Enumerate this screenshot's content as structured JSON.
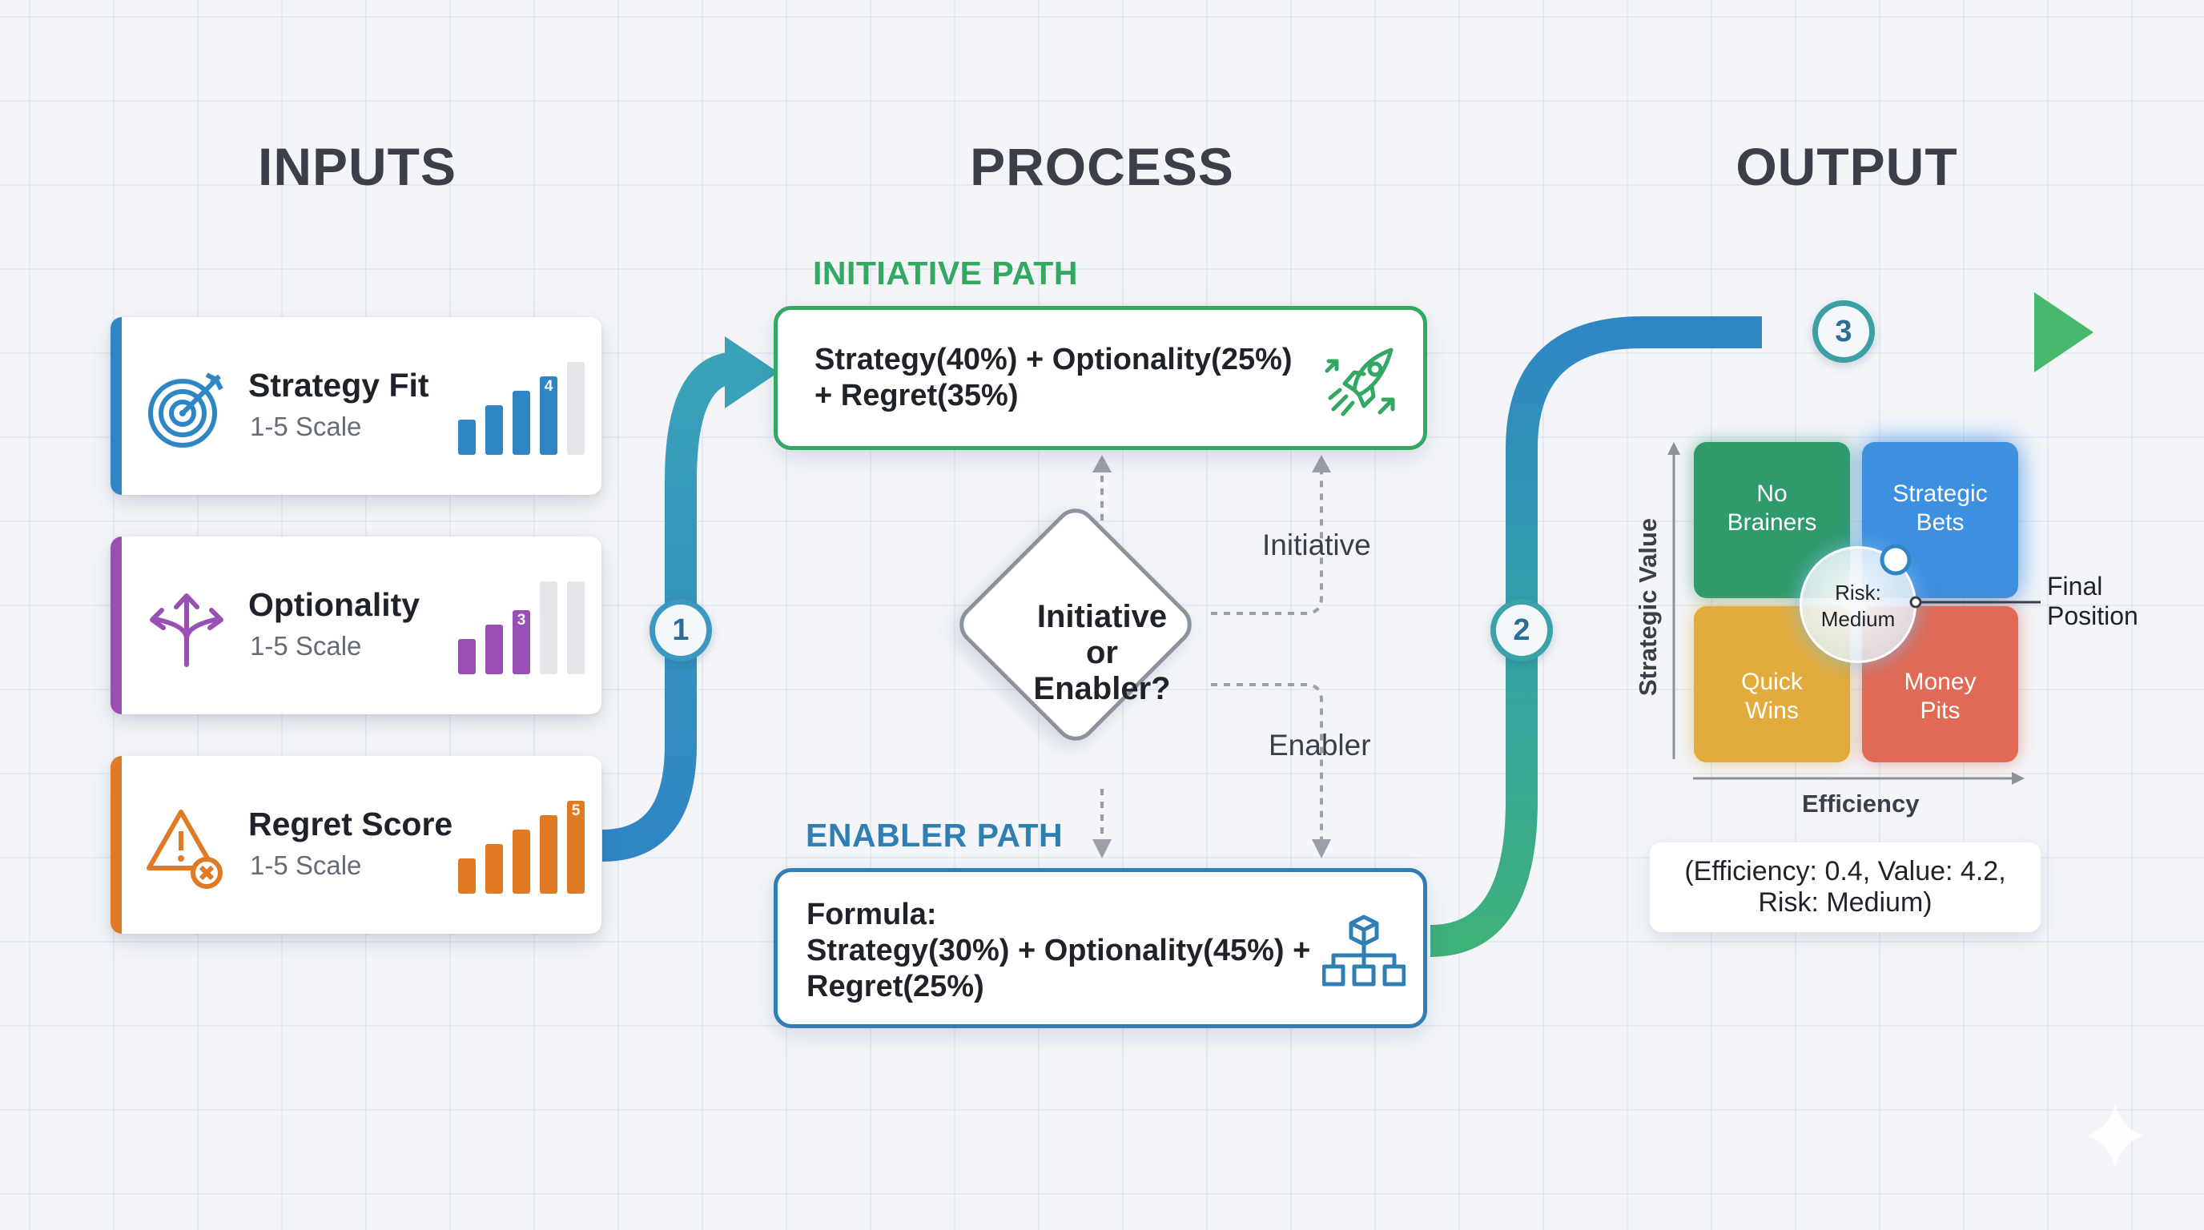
{
  "columns": {
    "inputs": "INPUTS",
    "process": "PROCESS",
    "output": "OUTPUT"
  },
  "inputs": [
    {
      "title": "Strategy Fit",
      "subtitle": "1-5 Scale",
      "score": 4,
      "max": 5,
      "color": "#2f86c4",
      "icon": "target-arrow-icon"
    },
    {
      "title": "Optionality",
      "subtitle": "1-5 Scale",
      "score": 3,
      "max": 5,
      "color": "#9a4fb4",
      "icon": "branching-arrows-icon"
    },
    {
      "title": "Regret Score",
      "subtitle": "1-5 Scale",
      "score": 5,
      "max": 5,
      "color": "#e17a24",
      "icon": "warning-triangle-icon"
    }
  ],
  "steps": {
    "one": "1",
    "two": "2",
    "three": "3"
  },
  "initiative_path": {
    "label": "INITIATIVE PATH",
    "line1": "Strategy(40%) + Optionality(25%)",
    "line2": "+ Regret(35%)",
    "color": "#33a863",
    "icon": "rocket-icon"
  },
  "enabler_path": {
    "label": "ENABLER PATH",
    "line1": "Formula:",
    "line2": "Strategy(30%) + Optionality(45%) +",
    "line3": "Regret(25%)",
    "color": "#2f7fb4",
    "icon": "hierarchy-icon"
  },
  "decision": {
    "line1": "Initiative",
    "line2": "or",
    "line3": "Enabler?",
    "branch_initiative": "Initiative",
    "branch_enabler": "Enabler"
  },
  "matrix": {
    "y_axis": "Strategic Value",
    "x_axis": "Efficiency",
    "quadrants": {
      "top_left": {
        "line1": "No",
        "line2": "Brainers",
        "color": "#2f9a6a"
      },
      "top_right": {
        "line1": "Strategic",
        "line2": "Bets",
        "color": "#3d8fe0"
      },
      "bottom_left": {
        "line1": "Quick",
        "line2": "Wins",
        "color": "#e2ab3c"
      },
      "bottom_right": {
        "line1": "Money",
        "line2": "Pits",
        "color": "#e06a55"
      }
    },
    "risk_line1": "Risk:",
    "risk_line2": "Medium",
    "final_line1": "Final",
    "final_line2": "Position"
  },
  "result": {
    "line1": "(Efficiency: 0.4, Value: 4.2,",
    "line2": "Risk: Medium)"
  }
}
